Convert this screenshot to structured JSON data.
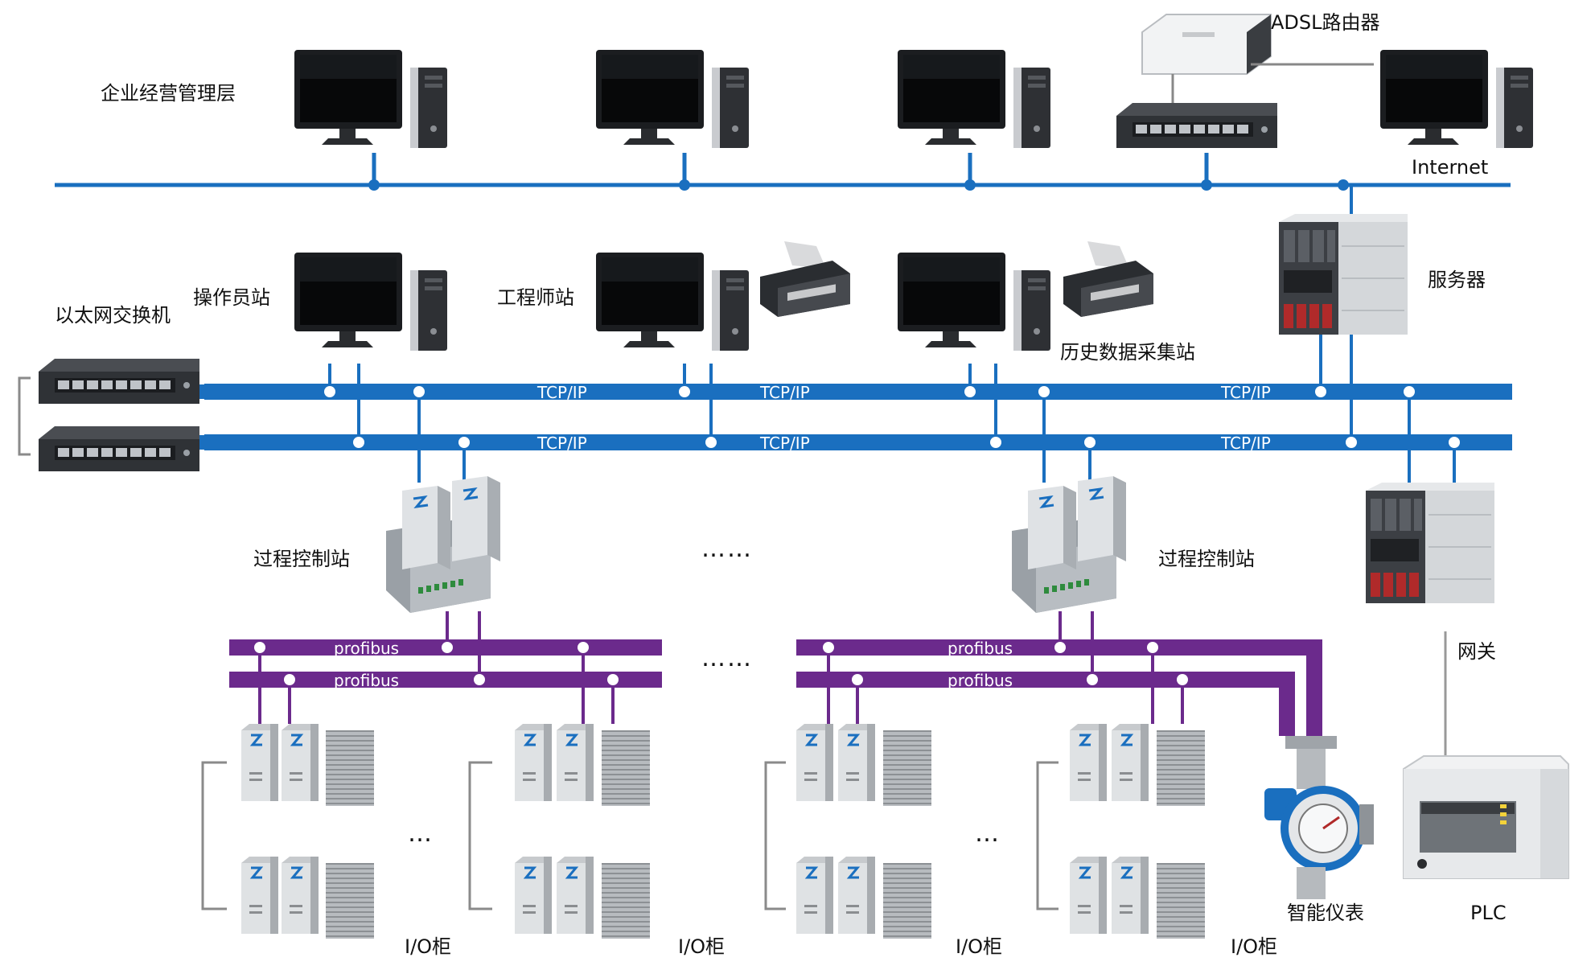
{
  "colors": {
    "ethernet": "#1a6fbf",
    "profibus": "#6b2a8c",
    "device_light": "#d9dcdf",
    "device_dark": "#3a3d40",
    "screen": "#0d0f12",
    "bracket": "#8a8a8a",
    "connector": "#666666"
  },
  "labels": {
    "enterprise_layer": "企业经营管理层",
    "adsl_router": "ADSL路由器",
    "internet": "Internet",
    "ethernet_switch": "以太网交换机",
    "operator_station": "操作员站",
    "engineer_station": "工程师站",
    "history_station": "历史数据采集站",
    "server": "服务器",
    "gateway": "网关",
    "process_station_left": "过程控制站",
    "process_station_right": "过程控制站",
    "smart_meter": "智能仪表",
    "plc": "PLC",
    "io_cabinet_1": "I/O柜",
    "io_cabinet_2": "I/O柜",
    "io_cabinet_3": "I/O柜",
    "io_cabinet_4": "I/O柜"
  },
  "buses": {
    "tcpip_label": "TCP/IP",
    "profibus_label": "profibus"
  },
  "ellipsis": {
    "control": "……",
    "profibus": "……",
    "io_left": "…",
    "io_right": "…"
  }
}
